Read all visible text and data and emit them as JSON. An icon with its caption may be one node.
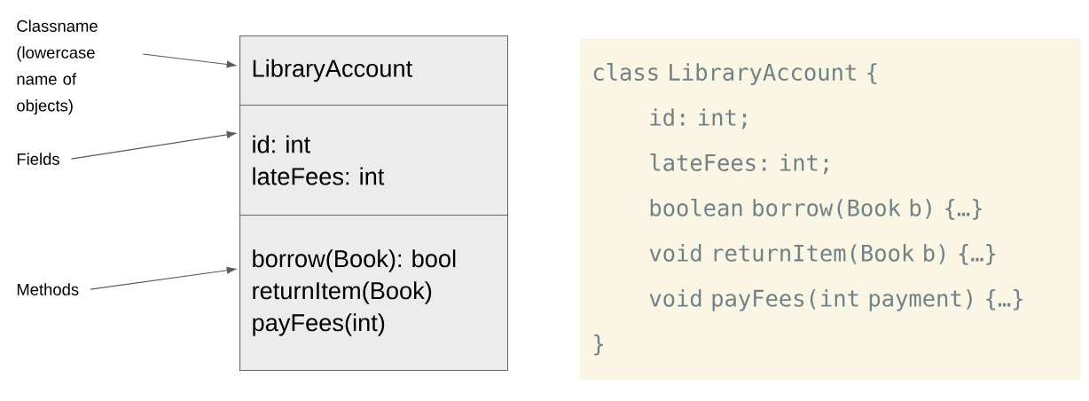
{
  "diagram": {
    "nodes": [
      {
        "text": [
          "Classname (lowercase name of objects)"
        ]
      },
      {
        "text": [
          "Fields"
        ]
      },
      {
        "text": [
          "Methods"
        ]
      },
      {
        "text": [
          "LibraryAccount"
        ]
      },
      {
        "text": [
          "id: int",
          "lateFees: int"
        ]
      },
      {
        "text": [
          "borrow(Book): bool",
          "returnItem(Book)",
          "payFees(int)"
        ]
      },
      {
        "text": [
          "class LibraryAccount {",
          "id: int;",
          "lateFees: int;",
          "boolean borrow(Book b) {…}",
          "void returnItem(Book b) {…}",
          "void payFees(int payment) {…}",
          "}"
        ]
      }
    ],
    "edges": [
      {
        "from": 0,
        "to": 3,
        "arrow": "to"
      },
      {
        "from": 1,
        "to": 4,
        "arrow": "to"
      },
      {
        "from": 2,
        "to": 5,
        "arrow": "to"
      }
    ]
  }
}
